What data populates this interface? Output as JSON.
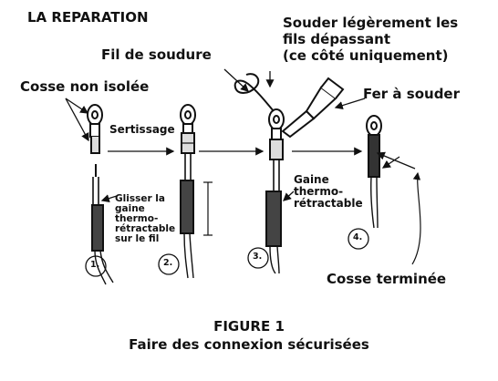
{
  "title": "LA REPARATION",
  "labels": {
    "souder_l1": "Souder légèrement les",
    "souder_l2": "fils dépassant",
    "souder_l3": "(ce côté uniquement)",
    "fil_soudure": "Fil de soudure",
    "fer_souder": "Fer à souder",
    "cosse_non_isolee": "Cosse non isolée",
    "sertissage": "Sertissage",
    "glisser_l1": "Glisser la",
    "glisser_l2": "gaine",
    "glisser_l3": "thermo-",
    "glisser_l4": "rétractable",
    "glisser_l5": "sur le fil",
    "gaine_l1": "Gaine",
    "gaine_l2": "thermo-",
    "gaine_l3": "rétractable",
    "cosse_terminee": "Cosse terminée"
  },
  "steps": [
    "1.",
    "2.",
    "3.",
    "4."
  ],
  "figure": {
    "label": "FIGURE 1",
    "subtitle": "Faire des connexion sécurisées"
  }
}
